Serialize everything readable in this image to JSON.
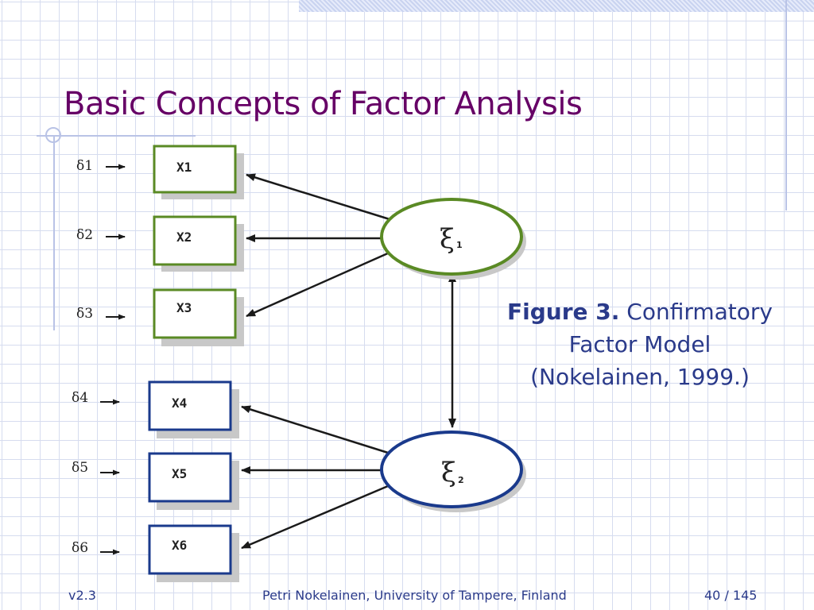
{
  "slide": {
    "title": "Basic Concepts of Factor Analysis"
  },
  "figure": {
    "caption_bold": "Figure 3.",
    "caption_rest_line1": " Confirmatory",
    "caption_line2": "Factor Model",
    "caption_line3": "(Nokelainen, 1999.)"
  },
  "diagram": {
    "indicators": [
      "X1",
      "X2",
      "X3",
      "X4",
      "X5",
      "X6"
    ],
    "errors": [
      "δ1",
      "δ2",
      "δ3",
      "δ4",
      "δ5",
      "δ6"
    ],
    "factors": [
      {
        "symbol": "ξ",
        "index": "1",
        "color": "#5a8a24"
      },
      {
        "symbol": "ξ",
        "index": "2",
        "color": "#1a3a8c"
      }
    ],
    "factor_loadings": [
      {
        "factor": "ξ1",
        "indicators": [
          "X1",
          "X2",
          "X3"
        ]
      },
      {
        "factor": "ξ2",
        "indicators": [
          "X4",
          "X5",
          "X6"
        ]
      }
    ],
    "correlation": [
      "ξ1",
      "ξ2"
    ]
  },
  "footer": {
    "version": "v2.3",
    "author": "Petri Nokelainen, University of Tampere, Finland",
    "page": "40 / 145"
  }
}
